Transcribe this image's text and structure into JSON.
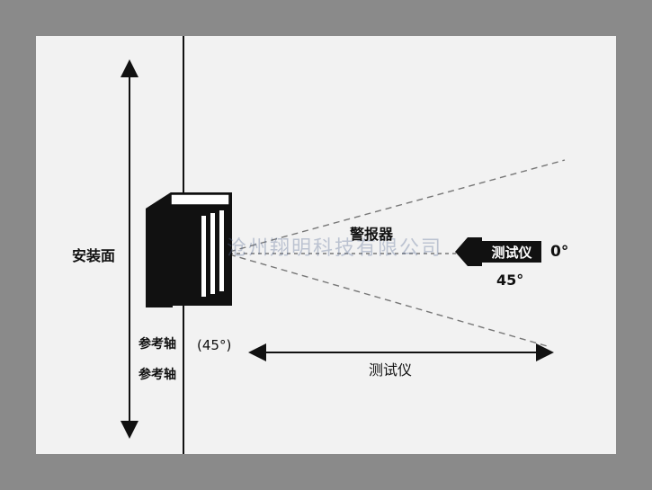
{
  "labels": {
    "mounting_surface": "安装面",
    "reference_axis_1": "参考轴",
    "reference_axis_2": "参考轴",
    "paren_angle": "(45°)",
    "alarm": "警报器",
    "tester_badge": "测试仪",
    "angle_zero": "0°",
    "angle_45": "45°",
    "tester_bottom": "测试仪"
  },
  "watermark": "沧州翔明科技有限公司",
  "colors": {
    "background": "#8a8a8a",
    "panel": "#f2f2f2",
    "ink": "#111111"
  }
}
